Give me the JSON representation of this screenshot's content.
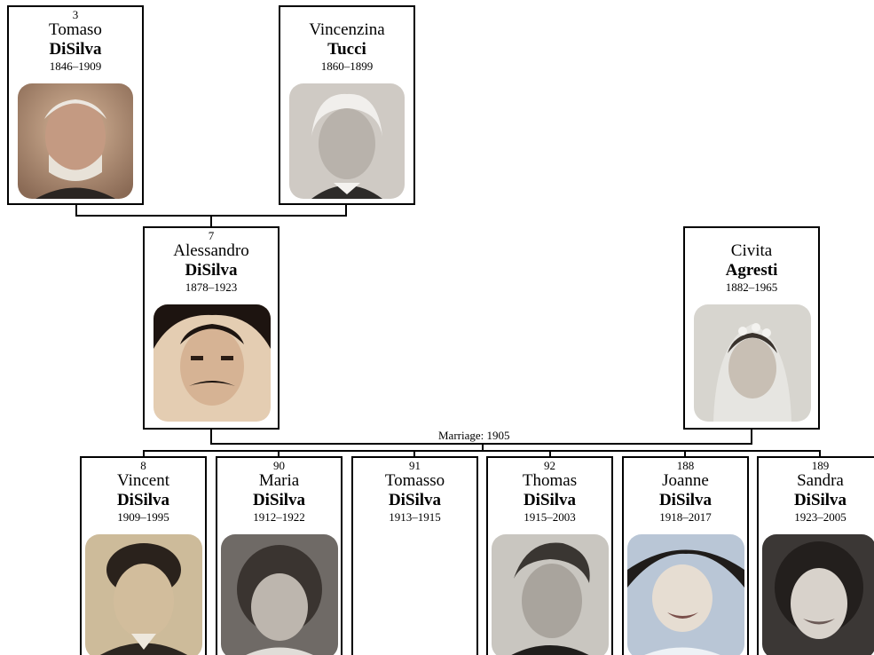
{
  "grandparents": {
    "father": {
      "number": "3",
      "given": "Tomaso",
      "surname": "DiSilva",
      "dates": "1846–1909",
      "photo": "portrait-elderly-man-sepia"
    },
    "mother": {
      "number": "",
      "given": "Vincenzina",
      "surname": "Tucci",
      "dates": "1860–1899",
      "photo": "portrait-elderly-woman-grayscale"
    }
  },
  "parents": {
    "father": {
      "number": "7",
      "given": "Alessandro",
      "surname": "DiSilva",
      "dates": "1878–1923",
      "photo": "portrait-mustached-man-sepia"
    },
    "mother": {
      "number": "",
      "given": "Civita",
      "surname": "Agresti",
      "dates": "1882–1965",
      "photo": "portrait-bride-grayscale"
    },
    "marriage": "Marriage: 1905"
  },
  "children": [
    {
      "number": "8",
      "given": "Vincent",
      "surname": "DiSilva",
      "dates": "1909–1995",
      "photo": "portrait-man-suit-sepia"
    },
    {
      "number": "90",
      "given": "Maria",
      "surname": "DiSilva",
      "dates": "1912–1922",
      "photo": "portrait-girl-grayscale"
    },
    {
      "number": "91",
      "given": "Tomasso",
      "surname": "DiSilva",
      "dates": "1913–1915",
      "photo": ""
    },
    {
      "number": "92",
      "given": "Thomas",
      "surname": "DiSilva",
      "dates": "1915–2003",
      "photo": "portrait-young-man-grayscale"
    },
    {
      "number": "188",
      "given": "Joanne",
      "surname": "DiSilva",
      "dates": "1918–2017",
      "photo": "portrait-smiling-woman-bluish"
    },
    {
      "number": "189",
      "given": "Sandra",
      "surname": "DiSilva",
      "dates": "1923–2005",
      "photo": "portrait-young-woman-grayscale"
    }
  ],
  "colors": {
    "line": "#000000",
    "card_border": "#000000",
    "background": "#ffffff"
  }
}
